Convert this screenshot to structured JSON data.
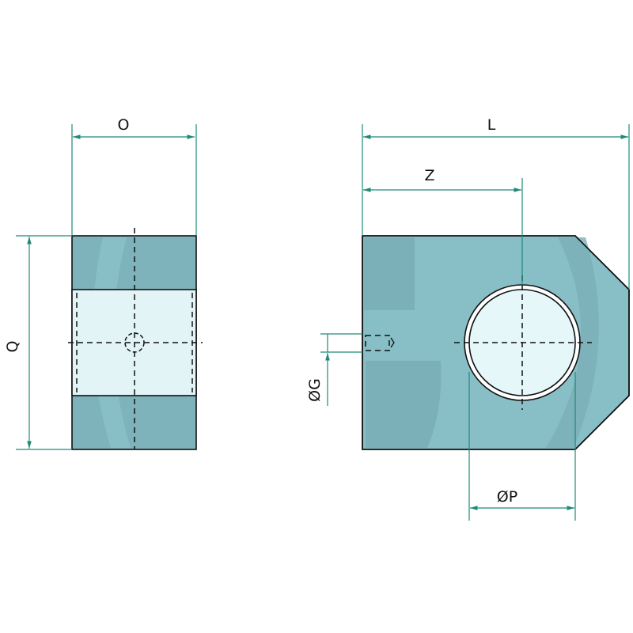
{
  "labels": {
    "O": "O",
    "Q": "Q",
    "L": "L",
    "Z": "Z",
    "P": "ØP",
    "G": "ØG"
  },
  "colors": {
    "body": "#88bec6",
    "body_shade": "#79adb5",
    "bore": "#e6f6f8",
    "dimension": "#1f8a78",
    "outline": "#111111"
  }
}
